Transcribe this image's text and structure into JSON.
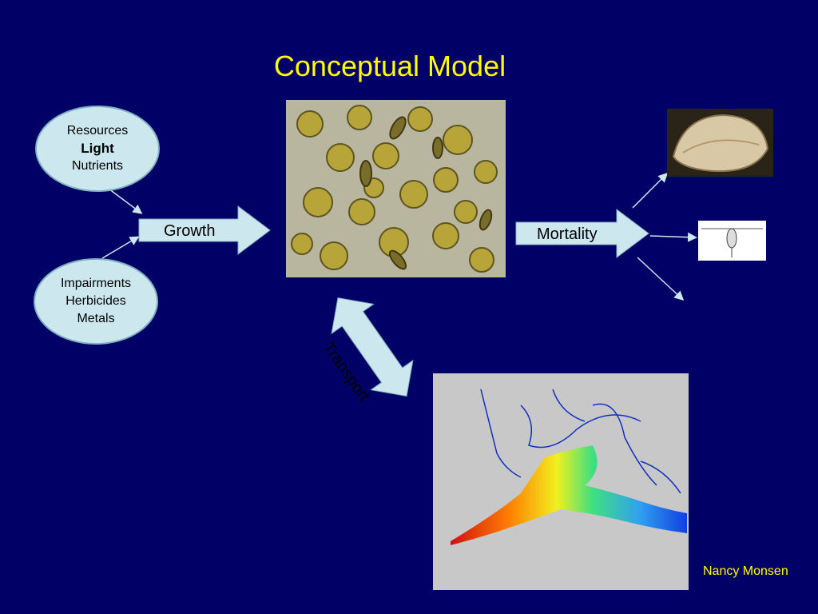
{
  "title": "Conceptual Model",
  "resources": {
    "line1": "Resources",
    "line2": "Light",
    "line3": "Nutrients"
  },
  "impairments": {
    "line1": "Impairments",
    "line2": "Herbicides",
    "line3": "Metals"
  },
  "arrows": {
    "growth": "Growth",
    "mortality": "Mortality",
    "transport": "Transport"
  },
  "credit": "Nancy Monsen",
  "colors": {
    "background": "#000066",
    "title": "#ffff00",
    "shape_fill": "#cce8ee"
  }
}
